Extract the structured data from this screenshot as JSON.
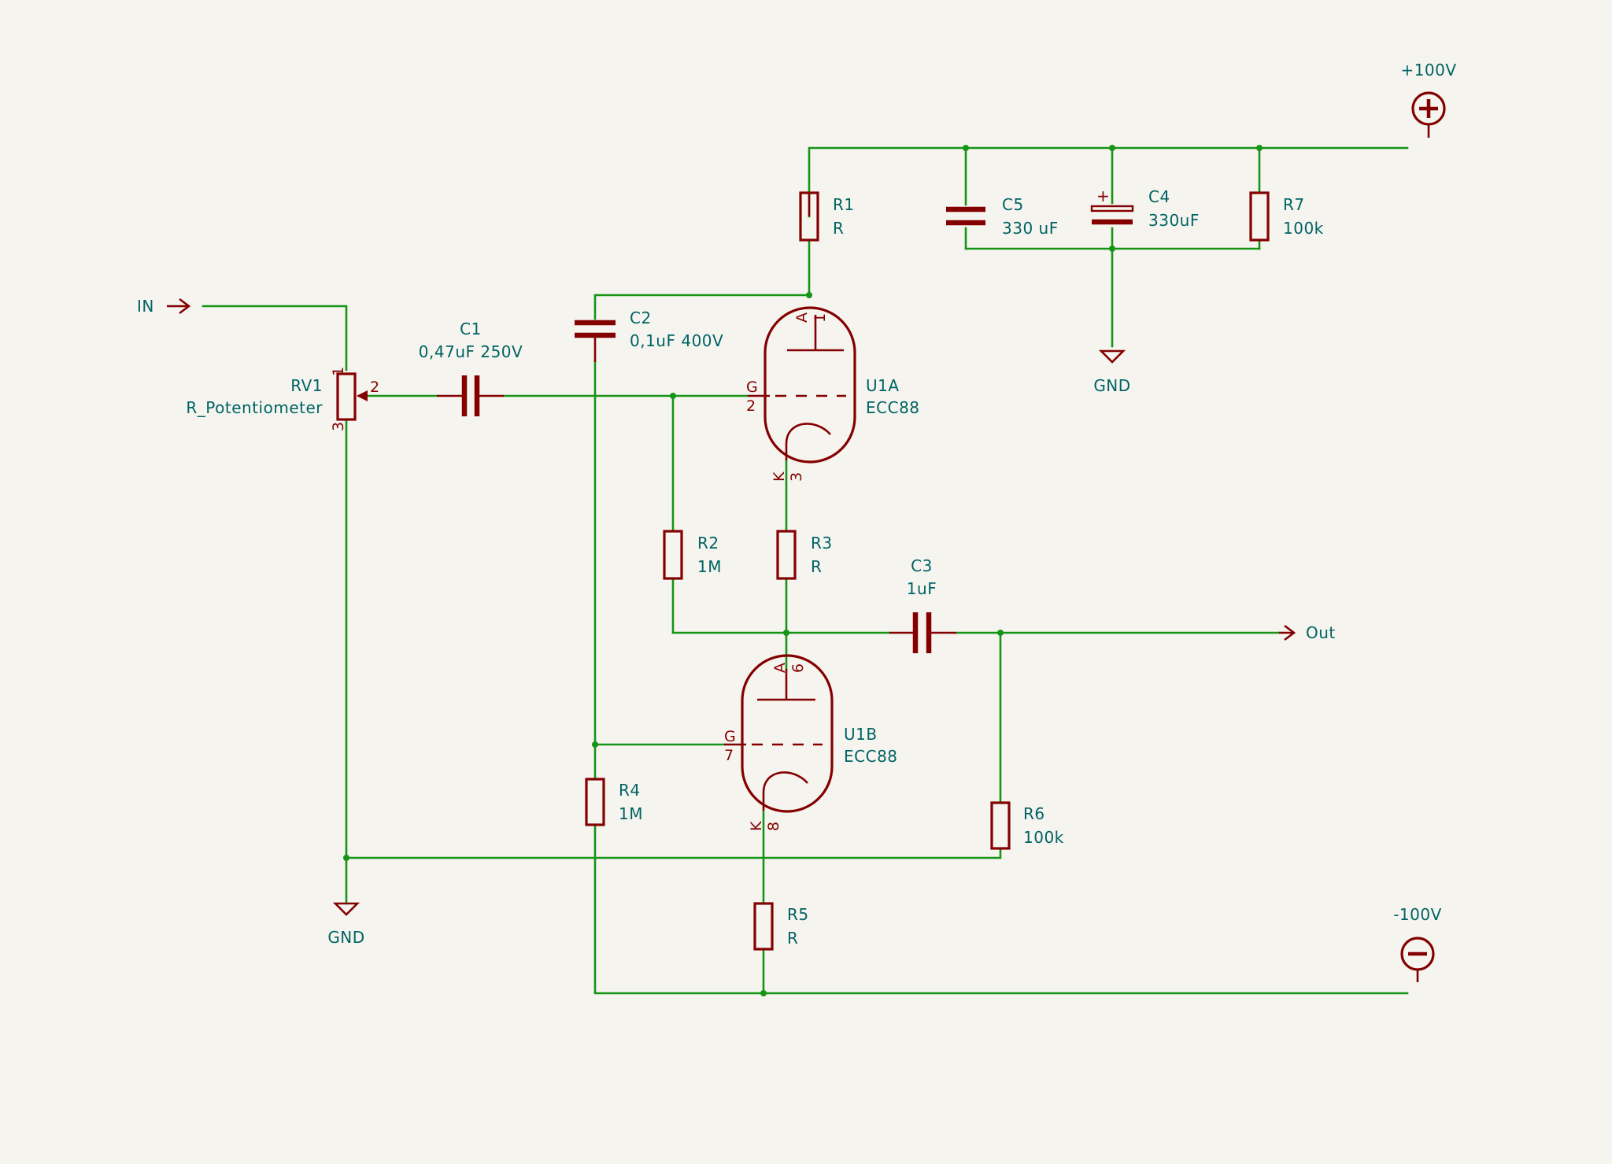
{
  "components": {
    "r1": {
      "ref": "R1",
      "value": "R"
    },
    "r2": {
      "ref": "R2",
      "value": "1M"
    },
    "r3": {
      "ref": "R3",
      "value": "R"
    },
    "r4": {
      "ref": "R4",
      "value": "1M"
    },
    "r5": {
      "ref": "R5",
      "value": "R"
    },
    "r6": {
      "ref": "R6",
      "value": "100k"
    },
    "r7": {
      "ref": "R7",
      "value": "100k"
    },
    "c1": {
      "ref": "C1",
      "value": "0,47uF 250V"
    },
    "c2": {
      "ref": "C2",
      "value": "0,1uF 400V"
    },
    "c3": {
      "ref": "C3",
      "value": "1uF"
    },
    "c4": {
      "ref": "C4",
      "value": "330uF",
      "polarity": "+"
    },
    "c5": {
      "ref": "C5",
      "value": "330 uF"
    },
    "rv1": {
      "ref": "RV1",
      "value": "R_Potentiometer",
      "pins": [
        "1",
        "2",
        "3"
      ]
    },
    "u1a": {
      "ref": "U1A",
      "value": "ECC88",
      "pins": {
        "anode": "A",
        "anode_num": "1",
        "grid": "G",
        "grid_num": "2",
        "cathode": "K",
        "cathode_num": "3"
      }
    },
    "u1b": {
      "ref": "U1B",
      "value": "ECC88",
      "pins": {
        "anode": "A",
        "anode_num": "6",
        "grid": "G",
        "grid_num": "7",
        "cathode": "K",
        "cathode_num": "8"
      }
    }
  },
  "power": {
    "vplus": "+100V",
    "vminus": "-100V",
    "gnd1": "GND",
    "gnd2": "GND"
  },
  "ports": {
    "input": "IN",
    "output": "Out"
  },
  "colors": {
    "wire": "#159415",
    "symbol": "#840000",
    "text": "#006363",
    "background": "#f5f4ef"
  }
}
